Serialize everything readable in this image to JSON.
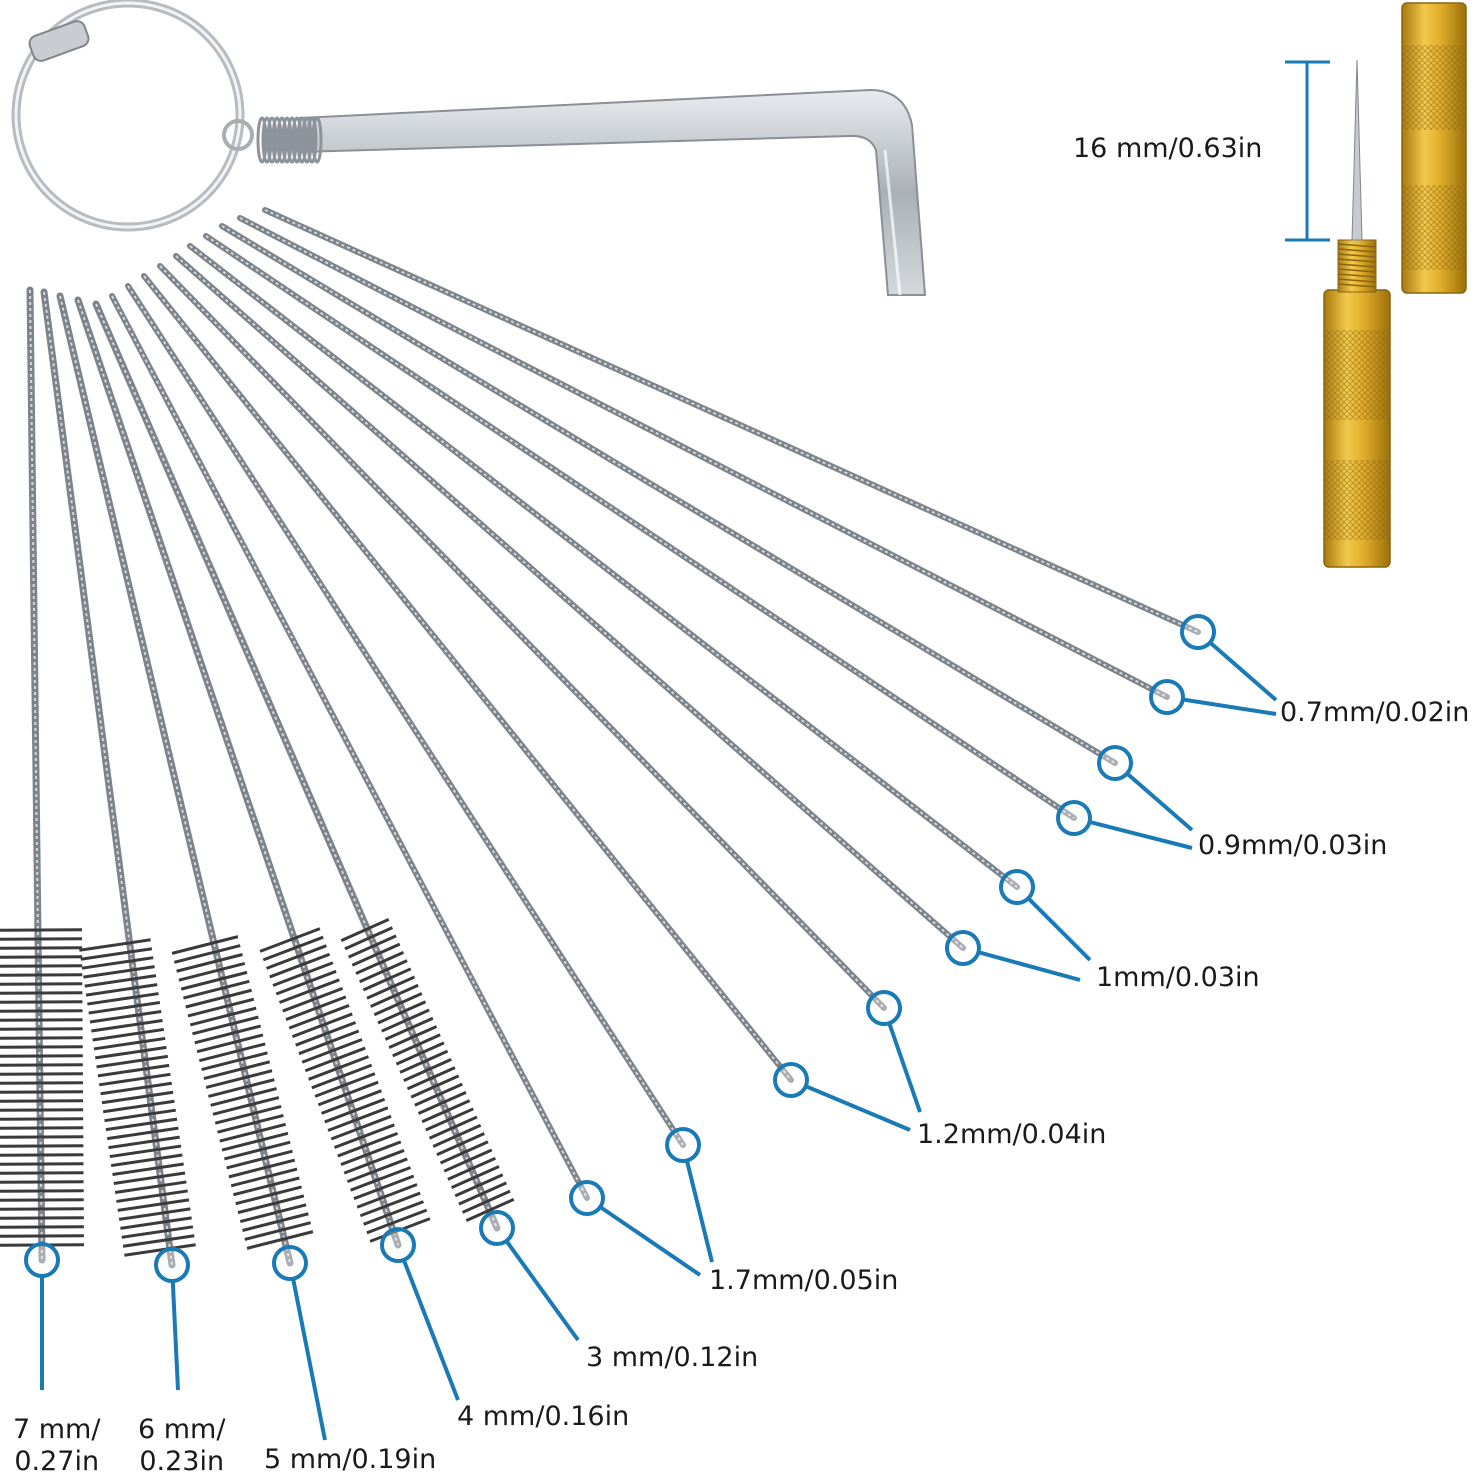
{
  "colors": {
    "callout": "#1a7ab6",
    "steel": "#9aa0a6",
    "brush": "#3a3a3a",
    "gold": "#d9a51f",
    "text": "#1a1a1a"
  },
  "needle_tool": {
    "dimension_label": "16 mm/0.63in"
  },
  "brushes": [
    {
      "size_mm": 0.7,
      "label": "0.7mm/0.02in"
    },
    {
      "size_mm": 0.9,
      "label": "0.9mm/0.03in"
    },
    {
      "size_mm": 1.0,
      "label": "1mm/0.03in"
    },
    {
      "size_mm": 1.2,
      "label": "1.2mm/0.04in"
    },
    {
      "size_mm": 1.7,
      "label": "1.7mm/0.05in"
    },
    {
      "size_mm": 3,
      "label": "3 mm/0.12in"
    },
    {
      "size_mm": 4,
      "label": "4 mm/0.16in"
    },
    {
      "size_mm": 5,
      "label": "5 mm/0.19in"
    },
    {
      "size_mm": 6,
      "label_line1": "6 mm/",
      "label_line2": "0.23in"
    },
    {
      "size_mm": 7,
      "label_line1": "7 mm/",
      "label_line2": "0.27in"
    }
  ]
}
